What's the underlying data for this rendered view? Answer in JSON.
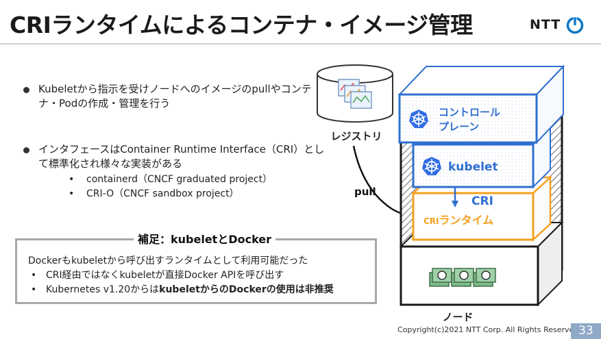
{
  "slide": {
    "title": "CRIランタイムによるコンテナ・イメージ管理",
    "logo_text": "NTT",
    "page_number": "33",
    "copyright": "Copyright(c)2021 NTT Corp. All Rights Reserved."
  },
  "bullets": [
    {
      "text": "Kubeletから指示を受けノードへのイメージのpullやコンテナ・Podの作成・管理を行う"
    },
    {
      "text": "インタフェースはContainer Runtime Interface（CRI）として標準化され様々な実装がある",
      "subitems": [
        "containerd（CNCF graduated project）",
        "CRI-O（CNCF sandbox project）"
      ]
    }
  ],
  "note": {
    "title": "補足：kubeletとDocker",
    "intro": "Dockerもkubeletから呼び出すランタイムとして利用可能だった",
    "item1": "CRI経由ではなくkubeletが直接Docker APIを呼び出す",
    "item2_prefix": "Kubernetes v1.20からは",
    "item2_bold": "kubeletからのDockerの使用は非推奨"
  },
  "diagram": {
    "registry_label": "レジストリ",
    "pull_label": "pull",
    "control_plane_line1": "コントロール",
    "control_plane_line2": "プレーン",
    "kubelet_label": "kubelet",
    "cri_label": "CRI",
    "cri_runtime_prefix": "CRI",
    "cri_runtime_suffix": "ランタイム",
    "node_label": "ノード"
  },
  "colors": {
    "k8s_blue": "#326ce5",
    "label_blue": "#2f6fd0",
    "runtime_orange": "#f5a020",
    "note_border": "#a8a8a8",
    "page_badge": "#8fa9c6",
    "container_green": "#7dbb8a"
  }
}
